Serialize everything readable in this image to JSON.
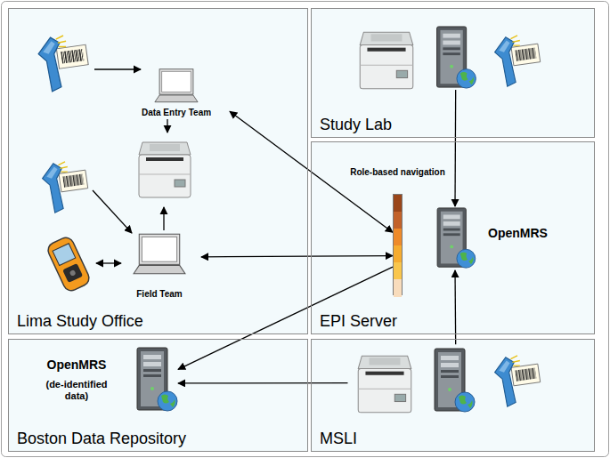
{
  "diagram": {
    "nodes": [
      {
        "text": [
          "Lima Study Office"
        ]
      },
      {
        "text": [
          "Data Entry Team"
        ],
        "in": 0
      },
      {
        "text": [
          "Field Team"
        ],
        "in": 0
      },
      {
        "text": [
          "Study Lab"
        ]
      },
      {
        "text": [
          "EPI Server"
        ]
      },
      {
        "text": [
          "Role-based navigation"
        ],
        "in": 4
      },
      {
        "text": [
          "OpenMRS"
        ],
        "in": 4
      },
      {
        "text": [
          "Boston Data Repository"
        ]
      },
      {
        "text": [
          "OpenMRS",
          "(de-identified data)"
        ],
        "in": 7
      },
      {
        "text": [
          "MSLI"
        ]
      }
    ],
    "edges": [
      {
        "from": 1,
        "to": 5,
        "arrow": "both"
      },
      {
        "from": 2,
        "to": 5,
        "arrow": "both"
      },
      {
        "from": 3,
        "to": 6,
        "arrow": "to"
      },
      {
        "from": 9,
        "to": 6,
        "arrow": "to"
      },
      {
        "from": 5,
        "to": 8,
        "arrow": "to"
      },
      {
        "from": 9,
        "to": 8,
        "arrow": "to"
      }
    ]
  }
}
